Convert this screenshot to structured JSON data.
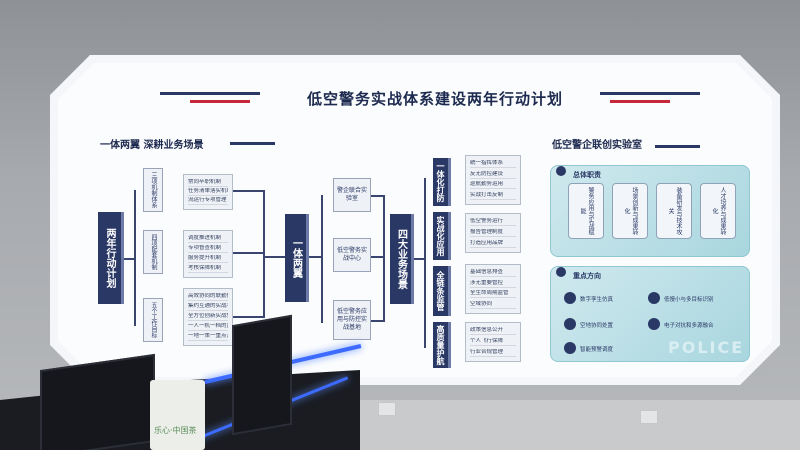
{
  "board": {
    "title": "低空警务实战体系建设两年行动计划",
    "left_section_title": "一体两翼 深耕业务场景",
    "right_section_title": "低空警企联创实验室"
  },
  "left_tree": {
    "root": "两年行动计划",
    "groups": [
      {
        "label": "三项机制体系",
        "items": [
          "常同卒职机制",
          "任务清单落实机制",
          "流运行专项管理"
        ]
      },
      {
        "label": "四项配套机制",
        "items": [
          "调度推进机制",
          "专项督查机制",
          "服务提升机制",
          "考核保障机制"
        ]
      },
      {
        "label": "五个工作目标",
        "items": [
          "高效协同的联勤体系",
          "集约互通的实战平台",
          "全方位创新实战警务",
          "一人一机一档的监管",
          "一地一策一重点治理"
        ]
      }
    ]
  },
  "middle_tree": {
    "root": "一体两翼",
    "items": [
      "警企联合实验室",
      "低空警务实战中心",
      "低空警务应用与防控实战基地"
    ]
  },
  "business": {
    "root": "四大业务场景",
    "categories": [
      {
        "label": "一体化打防",
        "items": [
          "统一指挥体系",
          "反无防控建设",
          "巡航勤务运用",
          "实战打击反制"
        ]
      },
      {
        "label": "实战化应用",
        "items": [
          "低空警务运行",
          "报告管理制度",
          "打造应用品牌"
        ]
      },
      {
        "label": "全链条监管",
        "items": [
          "基础信息排查",
          "涉无重要管控",
          "全生命周期监管",
          "空域协同"
        ]
      },
      {
        "label": "高质量护航",
        "items": [
          "政策信息公开",
          "个人飞行保障",
          "行业合规管理"
        ]
      }
    ]
  },
  "lab": {
    "duties_title": "总体职责",
    "duties": [
      "警务应用与实战赋能",
      "场景创新与成果转化",
      "装备研发与技术攻关",
      "人才培养与成果转化"
    ],
    "directions_title": "重点方向",
    "directions": [
      "数字孪生仿真",
      "低慢小与多目标识别",
      "空地协同处置",
      "电子对抗和多源融合",
      "智能预警调度"
    ],
    "watermark": "POLICE"
  },
  "bag_text": "乐心·中国茶",
  "colors": {
    "navy": "#2a3866",
    "teal_panel": "#a9d6df",
    "accent_red": "#c8263a",
    "desk_glow": "#3d6bff"
  }
}
